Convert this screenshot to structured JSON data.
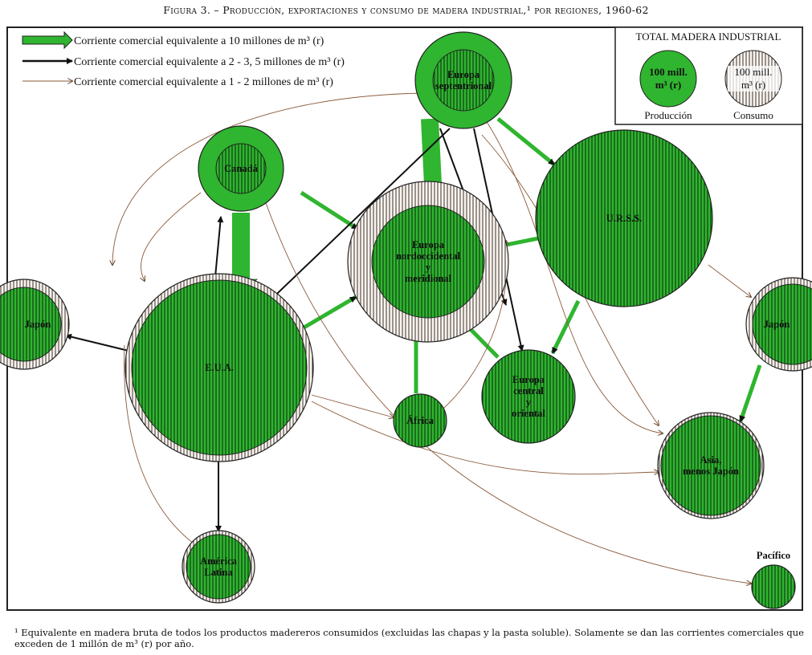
{
  "title": "Figura 3. – Producción, exportaciones y consumo de madera industrial,¹ por regiones, 1960-62",
  "legend": {
    "items": [
      {
        "type": "large",
        "label": "Corriente comercial equivalente a 10 millones de m³ (r)"
      },
      {
        "type": "medium",
        "label": "Corriente comercial equivalente a 2 - 3, 5 millones de m³ (r)"
      },
      {
        "type": "small",
        "label": "Corriente comercial equivalente a 1 - 2 millones de m³ (r)"
      }
    ]
  },
  "scale_box": {
    "title": "TOTAL MADERA INDUSTRIAL",
    "production": {
      "value_line1": "100 mill.",
      "value_line2": "m³ (r)",
      "label": "Producción"
    },
    "consumption": {
      "value_line1": "100 mill.",
      "value_line2": "m³ (r)",
      "label": "Consumo"
    }
  },
  "colors": {
    "green": "#2fb52f",
    "dark": "#1a1a1a",
    "thin": "#8a5a3a"
  },
  "regions": [
    {
      "id": "eur-sept",
      "lines": [
        "Europa",
        "septentrional"
      ]
    },
    {
      "id": "canada",
      "lines": [
        "Canadá"
      ]
    },
    {
      "id": "eur-nw",
      "lines": [
        "Europa",
        "nordoccidental",
        "y",
        "meridional"
      ]
    },
    {
      "id": "urss",
      "lines": [
        "U.R.S.S."
      ]
    },
    {
      "id": "eua",
      "lines": [
        "E.U.A."
      ]
    },
    {
      "id": "japon-left",
      "lines": [
        "Japón"
      ]
    },
    {
      "id": "japon-right",
      "lines": [
        "Japón"
      ]
    },
    {
      "id": "africa",
      "lines": [
        "África"
      ]
    },
    {
      "id": "eur-central",
      "lines": [
        "Europa",
        "central",
        "y",
        "oriental"
      ]
    },
    {
      "id": "asia",
      "lines": [
        "Asia,",
        "menos Japón"
      ]
    },
    {
      "id": "america-latina",
      "lines": [
        "América",
        "Latina"
      ]
    },
    {
      "id": "pacifico",
      "lines": [
        "Pacífico"
      ]
    }
  ],
  "footnote": "¹ Equivalente en madera bruta de todos los productos madereros consumidos (excluidas las chapas y la pasta soluble). Solamente se dan las corrientes comerciales que exceden de 1 millón de m³ (r) por año."
}
